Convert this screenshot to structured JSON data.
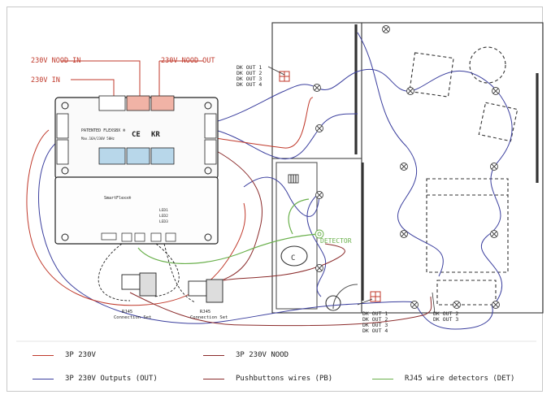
{
  "colors": {
    "power": "#c0392b",
    "outputs": "#3b3f9e",
    "pushbuttons": "#8b2b2b",
    "detectors": "#6ab04c",
    "lamp": "#666666",
    "detector_label": "#6ab04c"
  },
  "labels": {
    "input_230v": "230V IN",
    "neutral_in": "230V NOOD IN",
    "neutral_out": "230V NOOD OUT",
    "detector": "DETECTOR",
    "dk_top": [
      "DK OUT 1",
      "DK OUT 2",
      "DK OUT 3",
      "DK OUT 4"
    ],
    "dk_bottom_left": [
      "DK OUT 1",
      "DK OUT 2",
      "DK OUT 3",
      "DK OUT 4"
    ],
    "dk_bottom_right": [
      "DK OUT 2",
      "DK OUT 3"
    ],
    "connection_set_1": [
      "RJ45",
      "Connection Set"
    ],
    "connection_set_2": [
      "RJ45",
      "Connection Set"
    ]
  },
  "module": {
    "brand": "PATENTED FLEXSBX ®",
    "ce": "CE",
    "kr": "KR",
    "rating": "Max.16A/230V 50Hz",
    "name": "SmartFlexx®",
    "led_labels": [
      "LED1",
      "LED2",
      "LED3"
    ]
  },
  "legend": [
    {
      "label": "3P 230V",
      "color": "#c0392b"
    },
    {
      "label": "3P 230V NOOD",
      "color": "#8b2b2b"
    },
    {
      "label": "3P 230V Outputs (OUT)",
      "color": "#3b3f9e"
    },
    {
      "label": "Pushbuttons wires (PB)",
      "color": "#8b2b2b"
    },
    {
      "label": "RJ45 wire detectors (DET)",
      "color": "#6ab04c"
    }
  ]
}
